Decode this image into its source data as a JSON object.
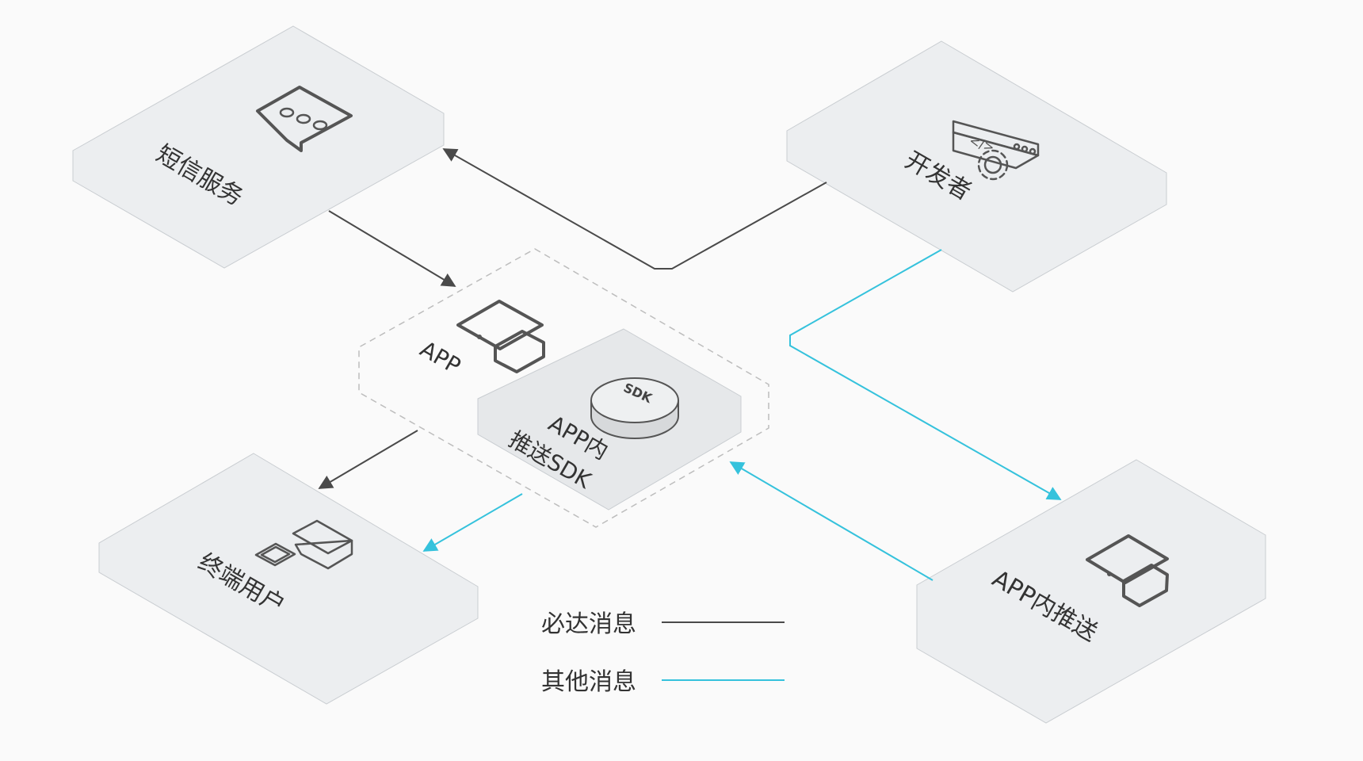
{
  "nodes": {
    "sms_service": {
      "label": "短信服务"
    },
    "developer": {
      "label": "开发者"
    },
    "app": {
      "label": "APP"
    },
    "sdk": {
      "line1": "APP内",
      "line2": "推送SDK",
      "badge": "SDK"
    },
    "end_user": {
      "label": "终端用户"
    },
    "in_app_push": {
      "label": "APP内推送"
    }
  },
  "legend": {
    "required": {
      "label": "必达消息",
      "color": "#4a4a4a"
    },
    "other": {
      "label": "其他消息",
      "color": "#35c2dc"
    }
  },
  "colors": {
    "tile": "#eceef0",
    "required_line": "#4a4a4a",
    "other_line": "#35c2dc"
  }
}
